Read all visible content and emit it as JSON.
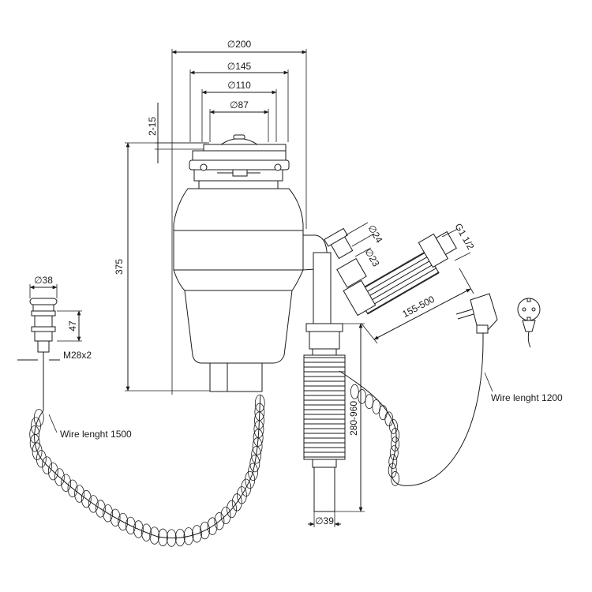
{
  "dimensions": {
    "d200": "∅200",
    "d145": "∅145",
    "d110": "∅110",
    "d87": "∅87",
    "flange": "2-15",
    "height": "375",
    "button_d": "∅38",
    "button_h": "47",
    "thread": "M28x2",
    "d24": "∅24",
    "d23": "∅23",
    "g_thread": "G1 1/2",
    "hose_len": "155-500",
    "drain_len": "280-960",
    "d39": "∅39"
  },
  "labels": {
    "wire_left": "Wire lenght 1500",
    "wire_right": "Wire lenght 1200"
  },
  "icons": [
    "plug-icon",
    "plug-front-icon",
    "push-button-icon"
  ]
}
